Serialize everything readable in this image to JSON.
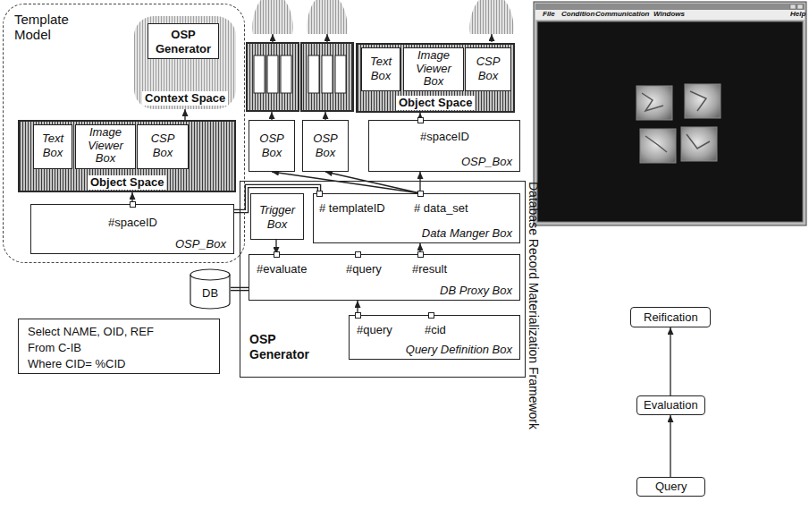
{
  "diagram": {
    "nodes": [
      {
        "text": [
          "Template Model"
        ]
      },
      {
        "text": [
          "Context Space"
        ],
        "in": 0
      },
      {
        "text": [
          "OSP Generator"
        ],
        "in": 1
      },
      {
        "text": [
          "Object Space"
        ],
        "in": 0
      },
      {
        "text": [
          "Text Box"
        ],
        "in": 3
      },
      {
        "text": [
          "Image Viewer Box"
        ],
        "in": 3
      },
      {
        "text": [
          "CSP Box"
        ],
        "in": 3
      },
      {
        "text": [
          "#spaceID",
          "OSP_Box"
        ],
        "in": 0
      },
      {
        "text": [
          "OSP Box"
        ]
      },
      {
        "text": [
          "OSP Box"
        ]
      },
      {
        "text": [
          "Object Space"
        ]
      },
      {
        "text": [
          "Text Box"
        ],
        "in": 10
      },
      {
        "text": [
          "Image Viewer Box"
        ],
        "in": 10
      },
      {
        "text": [
          "CSP Box"
        ],
        "in": 10
      },
      {
        "text": [
          "#spaceID",
          "OSP_Box"
        ]
      },
      {
        "text": [
          "OSP Generator",
          "Database Record Materialization Framework"
        ]
      },
      {
        "text": [
          "Trigger Box"
        ],
        "in": 15
      },
      {
        "text": [
          "# templateID",
          "# data_set",
          "Data Manger Box"
        ],
        "in": 15
      },
      {
        "text": [
          "#evaluate",
          "#query",
          "#result",
          "DB Proxy Box"
        ],
        "in": 15
      },
      {
        "text": [
          "#query",
          "#cid",
          "Query Definition Box"
        ],
        "in": 15
      },
      {
        "text": [
          "DB"
        ]
      },
      {
        "text": [
          "Select NAME, OID, REF",
          "From C-IB",
          "Where CID= %CID"
        ]
      },
      {
        "text": [
          "Reification"
        ]
      },
      {
        "text": [
          "Evaluation"
        ]
      },
      {
        "text": [
          "Query"
        ]
      }
    ],
    "edges": [
      {
        "from": 7,
        "to": 3,
        "arrow": "to"
      },
      {
        "from": 3,
        "to": 1,
        "arrow": "to"
      },
      {
        "from": 17,
        "to": 8,
        "arrow": "to"
      },
      {
        "from": 17,
        "to": 9,
        "arrow": "to"
      },
      {
        "from": 17,
        "to": 14,
        "arrow": "to"
      },
      {
        "from": 14,
        "to": 10,
        "arrow": "to"
      },
      {
        "from": 16,
        "to": 18,
        "arrow": "to"
      },
      {
        "from": 18,
        "to": 17,
        "arrow": "to"
      },
      {
        "from": 19,
        "to": 18,
        "arrow": "to"
      },
      {
        "from": 20,
        "to": 18,
        "arrow": "none"
      },
      {
        "from": 7,
        "to": 17,
        "arrow": "none"
      },
      {
        "from": 24,
        "to": 23,
        "arrow": "to"
      },
      {
        "from": 23,
        "to": 22,
        "arrow": "to"
      }
    ],
    "labels": [
      "File",
      "Condition",
      "Communication",
      "Windows",
      "Help"
    ]
  }
}
